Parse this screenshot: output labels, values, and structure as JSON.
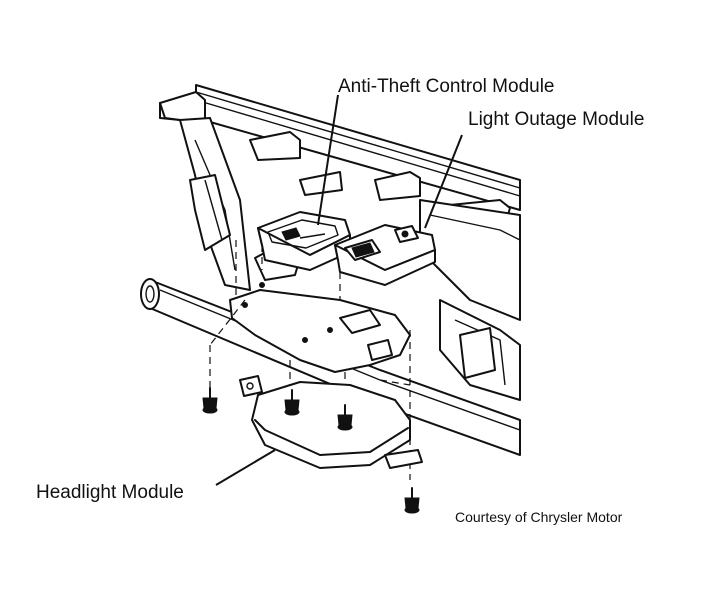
{
  "labels": {
    "anti_theft": "Anti-Theft Control Module",
    "light_outage": "Light Outage Module",
    "headlight": "Headlight Module"
  },
  "credit": "Courtesy of Chrysler Motor"
}
